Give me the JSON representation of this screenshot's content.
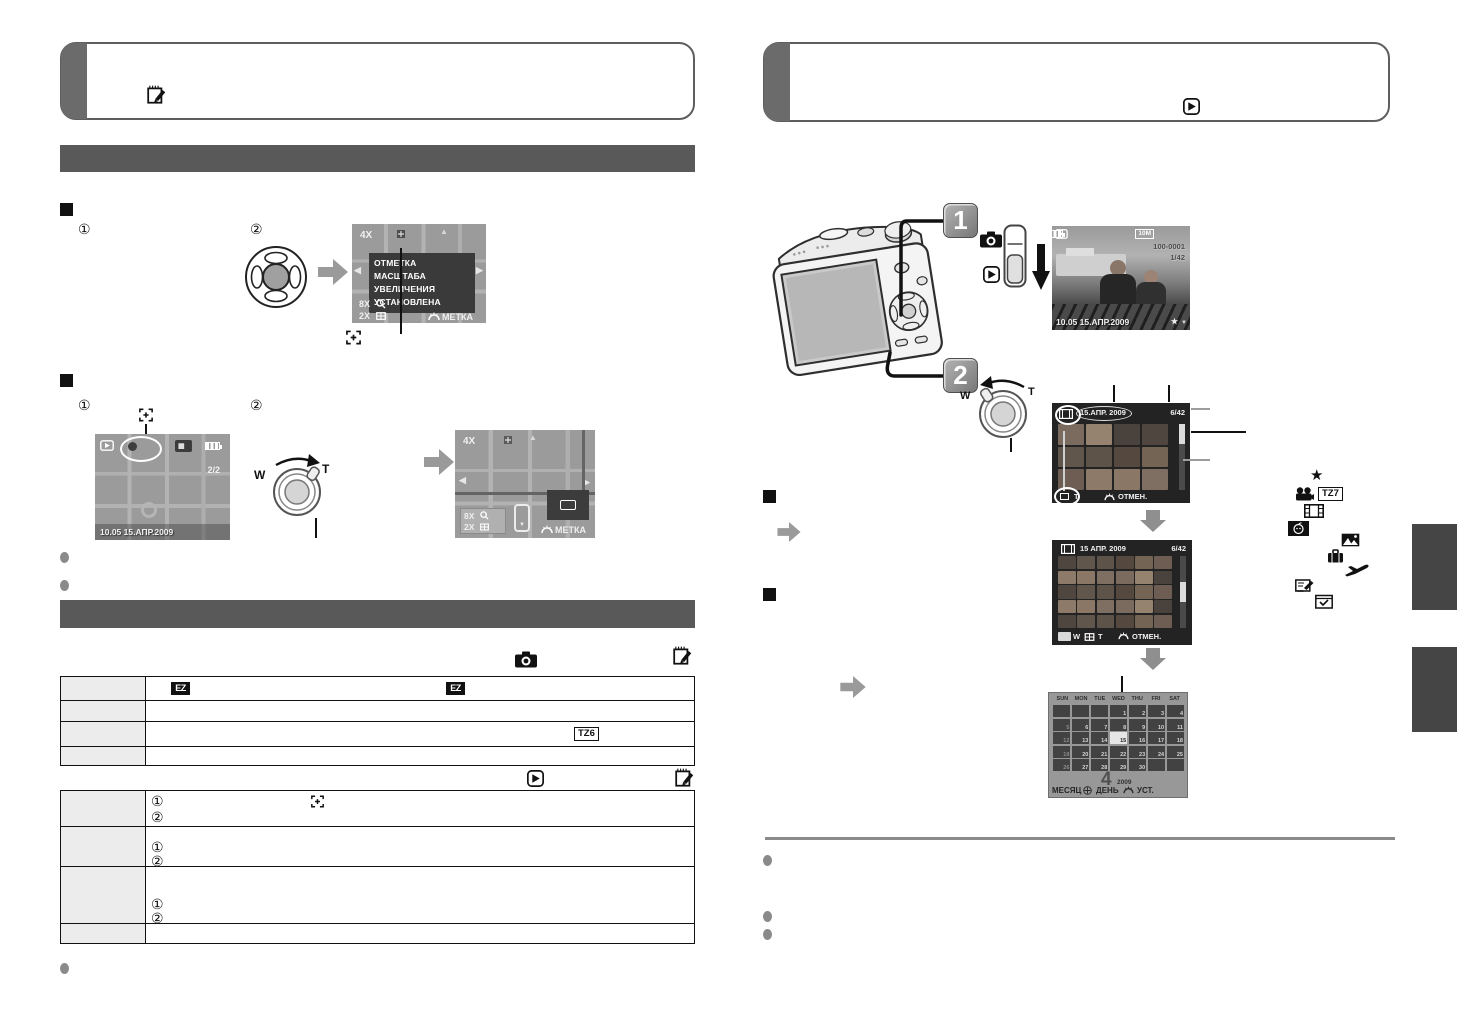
{
  "glyphs": {
    "circled_one": "①",
    "circled_two": "②",
    "star": "★",
    "left_tri": "◀",
    "right_tri": "▶",
    "down_tri": "▼"
  },
  "badges": {
    "ez": "EZ",
    "tz6": "TZ6",
    "tz7": "TZ7",
    "step1": "1",
    "step2": "2"
  },
  "left_page": {
    "screen_zoom_set": {
      "zoom": "4X",
      "dialog_line1": "ОТМЕТКА МАСШТАБА",
      "dialog_line2": "УВЕЛИЧЕНИЯ",
      "dialog_line3": "УСТАНОВЛЕНА",
      "zoom_8x": "8X",
      "zoom_2x": "2X",
      "mark_label": "МЕТКА"
    },
    "screen_map": {
      "counter": "2/2",
      "timestamp": "10.05 15.АПР.2009"
    },
    "screen_zoom2": {
      "zoom": "4X",
      "zoom_8x": "8X",
      "zoom_2x": "2X",
      "mark_label": "МЕТКА"
    },
    "lever": {
      "wide": "W",
      "tele": "T"
    }
  },
  "right_page": {
    "lever": {
      "wide": "W",
      "tele": "T"
    },
    "screen_photo": {
      "resolution": "10M",
      "file_number": "100-0001",
      "counter": "1/42",
      "timestamp": "10.05 15.АПР.2009",
      "favorite_mark": "★"
    },
    "screen_thumb12": {
      "date": "15.АПР. 2009",
      "counter": "6/42",
      "tele": "T",
      "cancel": "ОТМЕН.",
      "count": 12
    },
    "screen_thumb30": {
      "date": "15 АПР. 2009",
      "counter": "6/42",
      "wide": "W",
      "tele": "T",
      "cancel": "ОТМЕН.",
      "count": 30
    },
    "screen_calendar": {
      "day_headers": [
        "SUN",
        "MON",
        "TUE",
        "WED",
        "THU",
        "FRI",
        "SAT"
      ],
      "weeks": [
        [
          "",
          "",
          "",
          "1",
          "2",
          "3",
          "4"
        ],
        [
          "5",
          "6",
          "7",
          "8",
          "9",
          "10",
          "11"
        ],
        [
          "12",
          "13",
          "14",
          "15",
          "16",
          "17",
          "18"
        ],
        [
          "19",
          "20",
          "21",
          "22",
          "23",
          "24",
          "25"
        ],
        [
          "26",
          "27",
          "28",
          "29",
          "30",
          "",
          ""
        ]
      ],
      "selected_day": "15",
      "month_number": "4",
      "year": "2009",
      "month_label": "МЕСЯЦ",
      "day_label": "ДЕНЬ",
      "set_label": "УСТ."
    }
  }
}
